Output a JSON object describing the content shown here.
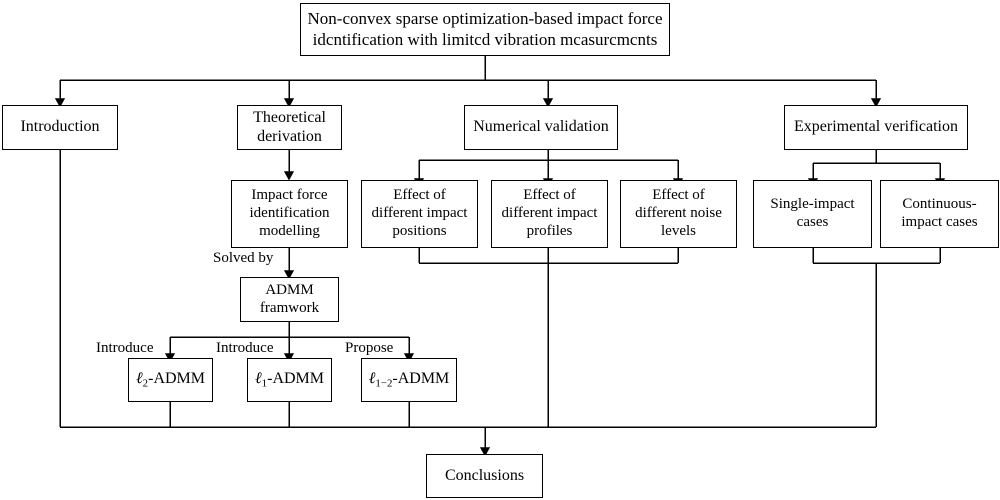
{
  "diagram": {
    "title_node": {
      "label": "Non-convex sparse optimization-based impact force\nidcntification with limitcd vibration mcasurcmcnts"
    },
    "level2": [
      {
        "id": "introduction",
        "label": "Introduction"
      },
      {
        "id": "theoretical-derivation",
        "label": "Theoretical\nderivation"
      },
      {
        "id": "numerical-validation",
        "label": "Numerical validation"
      },
      {
        "id": "experimental-verification",
        "label": "Experimental verification"
      }
    ],
    "level3": [
      {
        "id": "impact-force-identification-modelling",
        "label": "Impact force\nidentification\nmodelling"
      },
      {
        "id": "effect-different-impact-positions",
        "label": "Effect of\ndifferent impact\npositions"
      },
      {
        "id": "effect-different-impact-profiles",
        "label": "Effect of\ndifferent impact\nprofiles"
      },
      {
        "id": "effect-different-noise-levels",
        "label": "Effect of\ndifferent noise\nlevels"
      },
      {
        "id": "single-impact-cases",
        "label": "Single-impact\ncases"
      },
      {
        "id": "continuous-impact-cases",
        "label": "Continuous-\nimpact cases"
      }
    ],
    "admm_framework": {
      "label": "ADMM\nframwork"
    },
    "admm_variants": [
      {
        "id": "l2-admm",
        "ell": "ℓ",
        "subscript": "2",
        "suffix": "-ADMM"
      },
      {
        "id": "l1-admm",
        "ell": "ℓ",
        "subscript": "1",
        "suffix": "-ADMM"
      },
      {
        "id": "l1-2-admm",
        "ell": "ℓ",
        "subscript": "1−2",
        "suffix": "-ADMM"
      }
    ],
    "conclusions": {
      "label": "Conclusions"
    },
    "edge_labels": {
      "solved_by": "Solved by",
      "introduce_l2": "Introduce",
      "introduce_l1": "Introduce",
      "propose_l12": "Propose"
    },
    "colors": {
      "stroke": "#000000",
      "background": "#ffffff",
      "text": "#000000"
    }
  }
}
